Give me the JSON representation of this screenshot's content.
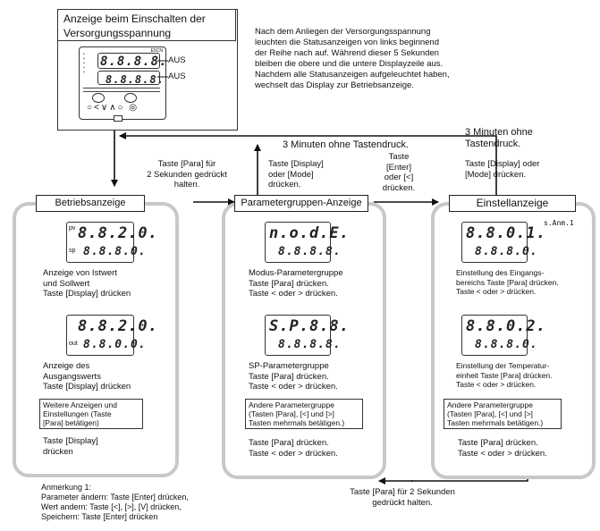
{
  "startup": {
    "title": "Anzeige beim Einschalten der\nVersorgungsspannung",
    "device_model": "E5CN",
    "display_top": "8.8.8.8.",
    "display_bottom": "8.8.8.8.",
    "label_top": "AUS",
    "label_bottom": "AUS",
    "description": "Nach dem Anliegen der Versorgungsspannung\nleuchten die Statusanzeigen von links beginnend\nder Reihe nach auf. Während dieser 5 Sekunden\nbleiben die obere und die untere Displayzeile aus.\nNachdem alle Statusanzeigen aufgeleuchtet haben,\nwechselt das Display zur Betriebsanzeige."
  },
  "transitions": {
    "to_param": "Taste [Para] für\n2 Sekunden gedrückt\nhalten.",
    "timeout_3min": "3 Minuten ohne Tastendruck.",
    "param_return_keys": "Taste [Display]\noder [Mode]\ndrücken.",
    "enter_keys": "Taste\n[Enter]\noder [<]\ndrücken.",
    "timeout_3min_right": "3 Minuten ohne\nTastendruck.",
    "settings_return_keys": "Taste [Display] oder\n[Mode] drücken.",
    "bottom_hold": "Taste [Para] für 2 Sekunden\ngedrückt halten."
  },
  "betrieb": {
    "title": "Betriebsanzeige",
    "lcd1_pv_label": "pv",
    "lcd1_sp_label": "sp",
    "lcd1_top": "8.8.2.0.",
    "lcd1_bottom": "8.8.8.0.",
    "desc1": "Anzeige von Istwert\nund Sollwert\nTaste [Display] drücken",
    "lcd2_out_label": "out",
    "lcd2_top": "8.8.2.0.",
    "lcd2_bottom": "8.8.0.0.",
    "desc2": "Anzeige des\nAusgangswerts\nTaste [Display] drücken",
    "note": "Weitere Anzeigen und\nEinstellungen (Taste\n[Para] betätigen)",
    "desc3": "Taste [Display]\ndrücken"
  },
  "param": {
    "title": "Parametergruppen-Anzeige",
    "lcd1_top": "n.o.d.E.",
    "lcd1_bottom": "8.8.8.8.",
    "desc1": "Modus-Parametergruppe\nTaste [Para] drücken.\nTaste < oder > drücken.",
    "lcd2_top": "S.P.8.8.",
    "lcd2_bottom": "8.8.8.8.",
    "desc2": "SP-Parametergruppe\nTaste [Para] drücken.\nTaste < oder > drücken.",
    "note": "Andere Parametergruppe\n(Tasten [Para], [<] und [>]\nTasten mehrmals betätigen.)",
    "desc3": "Taste [Para] drücken.\nTaste < oder > drücken."
  },
  "settings": {
    "title": "Einstellanzeige",
    "ref": "s.Anm.1",
    "lcd1_top": "8.8.0.1.",
    "lcd1_bottom": "8.8.8.0.",
    "desc1": "Einstellung des Eingangs-\nbereichs Taste [Para] drücken.\nTaste < oder > drücken.",
    "lcd2_top": "8.8.0.2.",
    "lcd2_bottom": "8.8.8.0.",
    "desc2": "Einstellung der Temperatur-\neinheit Taste [Para] drücken.\nTaste < oder > drücken.",
    "note": "Andere Parametergruppe\n(Tasten [Para], [<] und [>]\nTasten mehrmals betätigen.)",
    "desc3": "Taste [Para] drücken.\nTaste < oder > drücken."
  },
  "footnote": "Anmerkung 1:\nParameter ändern: Taste [Enter] drücken,\nWert andern: Taste [<], [>], [V]  drücken,\nSpeichern: Taste [Enter] drücken"
}
